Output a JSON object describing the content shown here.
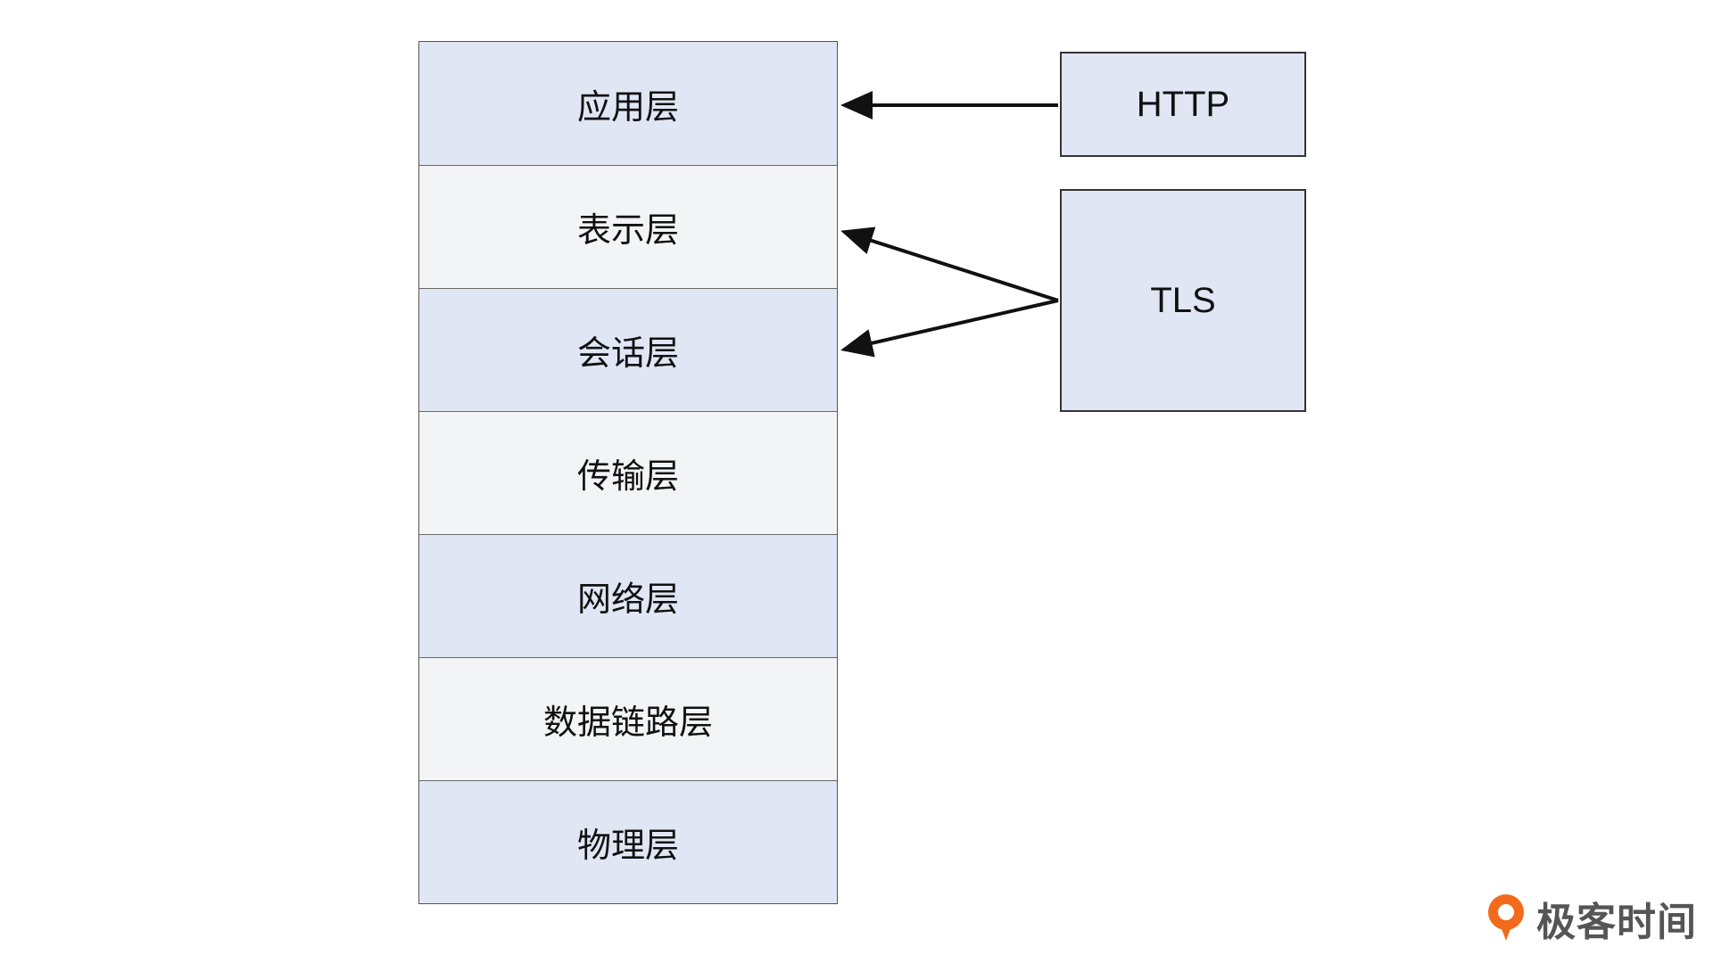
{
  "layers": [
    {
      "label": "应用层",
      "fill": "#e1e6f5"
    },
    {
      "label": "表示层",
      "fill": "#f3f4f6"
    },
    {
      "label": "会话层",
      "fill": "#e1e6f5"
    },
    {
      "label": "传输层",
      "fill": "#f3f4f6"
    },
    {
      "label": "网络层",
      "fill": "#e1e6f5"
    },
    {
      "label": "数据链路层",
      "fill": "#f3f4f6"
    },
    {
      "label": "物理层",
      "fill": "#e1e6f5"
    }
  ],
  "protocols": {
    "http": {
      "label": "HTTP",
      "fill": "#e1e6f5"
    },
    "tls": {
      "label": "TLS",
      "fill": "#e1e6f5"
    }
  },
  "logo": {
    "text": "极客时间",
    "icon": "geektime-logo-icon",
    "color": "#f26a1b"
  }
}
